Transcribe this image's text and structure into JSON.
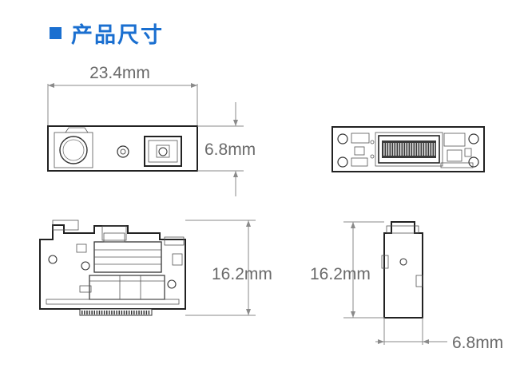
{
  "title": {
    "text": "产品尺寸",
    "accent_color": "#1a6fd0"
  },
  "dimensions": {
    "top_width": "23.4mm",
    "top_height": "6.8mm",
    "side_height": "16.2mm",
    "end_height": "16.2mm",
    "end_width": "6.8mm"
  }
}
